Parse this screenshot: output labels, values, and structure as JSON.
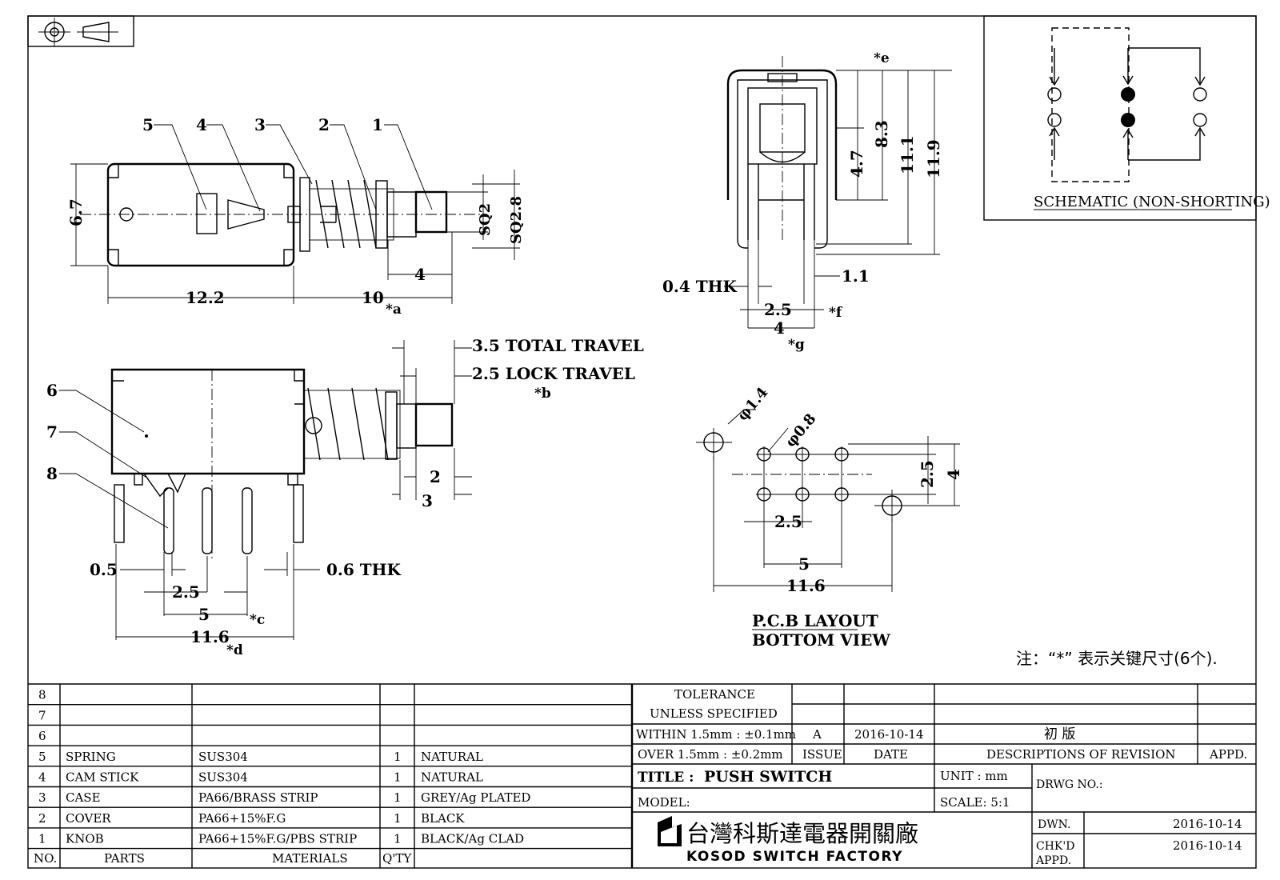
{
  "side_view": {
    "callouts": [
      "5",
      "4",
      "3",
      "2",
      "1"
    ],
    "dims": {
      "height": "6.7",
      "body_len": "12.2",
      "stem_len": "10",
      "stem_suffix": "*a",
      "knob_len": "4",
      "sq2": "SQ2",
      "sq28": "SQ2.8"
    }
  },
  "front_view": {
    "callouts": [
      "6",
      "7",
      "8"
    ],
    "dims": {
      "total_travel": "3.5 TOTAL TRAVEL",
      "lock_travel": "2.5 LOCK TRAVEL",
      "b": "*b",
      "d2": "2",
      "d3": "3",
      "d05": "0.5",
      "thk06": "0.6 THK",
      "p25": "2.5",
      "p5": "5",
      "c": "*c",
      "w116": "11.6",
      "d": "*d"
    }
  },
  "end_view": {
    "dims": {
      "e": "*e",
      "h47": "4.7",
      "h83": "8.3",
      "h111": "11.1",
      "h119": "11.9",
      "thk04": "0.4 THK",
      "d11": "1.1",
      "d25": "2.5",
      "f": "*f",
      "d4": "4",
      "g": "*g"
    }
  },
  "schematic": {
    "label": "SCHEMATIC (NON-SHORTING)"
  },
  "pcb": {
    "phi14": "φ1.4",
    "phi08": "φ0.8",
    "v25": "2.5",
    "v4": "4",
    "h25": "2.5",
    "h5": "5",
    "h116": "11.6",
    "title1": "P.C.B LAYOUT",
    "title2": "BOTTOM VIEW"
  },
  "note": "注：“*”  表示关键尺寸(6个).",
  "parts_table": {
    "rows": [
      {
        "no": "8",
        "part": "",
        "material": "",
        "qty": "",
        "finish": ""
      },
      {
        "no": "7",
        "part": "",
        "material": "",
        "qty": "",
        "finish": ""
      },
      {
        "no": "6",
        "part": "",
        "material": "",
        "qty": "",
        "finish": ""
      },
      {
        "no": "5",
        "part": "SPRING",
        "material": "SUS304",
        "qty": "1",
        "finish": "NATURAL"
      },
      {
        "no": "4",
        "part": "CAM STICK",
        "material": "SUS304",
        "qty": "1",
        "finish": "NATURAL"
      },
      {
        "no": "3",
        "part": "CASE",
        "material": "PA66/BRASS STRIP",
        "qty": "1",
        "finish": "GREY/Ag PLATED"
      },
      {
        "no": "2",
        "part": "COVER",
        "material": "PA66+15%F.G",
        "qty": "1",
        "finish": "BLACK"
      },
      {
        "no": "1",
        "part": "KNOB",
        "material": "PA66+15%F.G/PBS STRIP",
        "qty": "1",
        "finish": "BLACK/Ag CLAD"
      }
    ],
    "header": {
      "no": "NO.",
      "parts": "PARTS",
      "materials": "MATERIALS",
      "qty": "Q'TY"
    }
  },
  "title_block": {
    "tol1": "TOLERANCE",
    "tol2": "UNLESS  SPECIFIED",
    "within": "WITHIN 1.5mm : ±0.1mm",
    "over": "OVER 1.5mm : ±0.2mm",
    "issue_val": "A",
    "date_val": "2016-10-14",
    "rev_val": "初    版",
    "issue": "ISSUE",
    "date": "DATE",
    "desc": "DESCRIPTIONS OF REVISION",
    "appd": "APPD.",
    "title_lbl": "TITLE :",
    "title": "PUSH SWITCH",
    "unit": "UNIT :   mm",
    "drwg": "DRWG NO.:",
    "model": "MODEL:",
    "scale": "SCALE:  5:1",
    "dwn": "DWN.",
    "dwn_date": "2016-10-14",
    "chkd": "CHK'D",
    "chkd_date": "2016-10-14",
    "appd2": "APPD.",
    "company_cn": "台灣科斯達電器開關廠",
    "company_en": "KOSOD SWITCH FACTORY"
  },
  "colors": {
    "ink": "#000000",
    "paper": "#ffffff"
  }
}
